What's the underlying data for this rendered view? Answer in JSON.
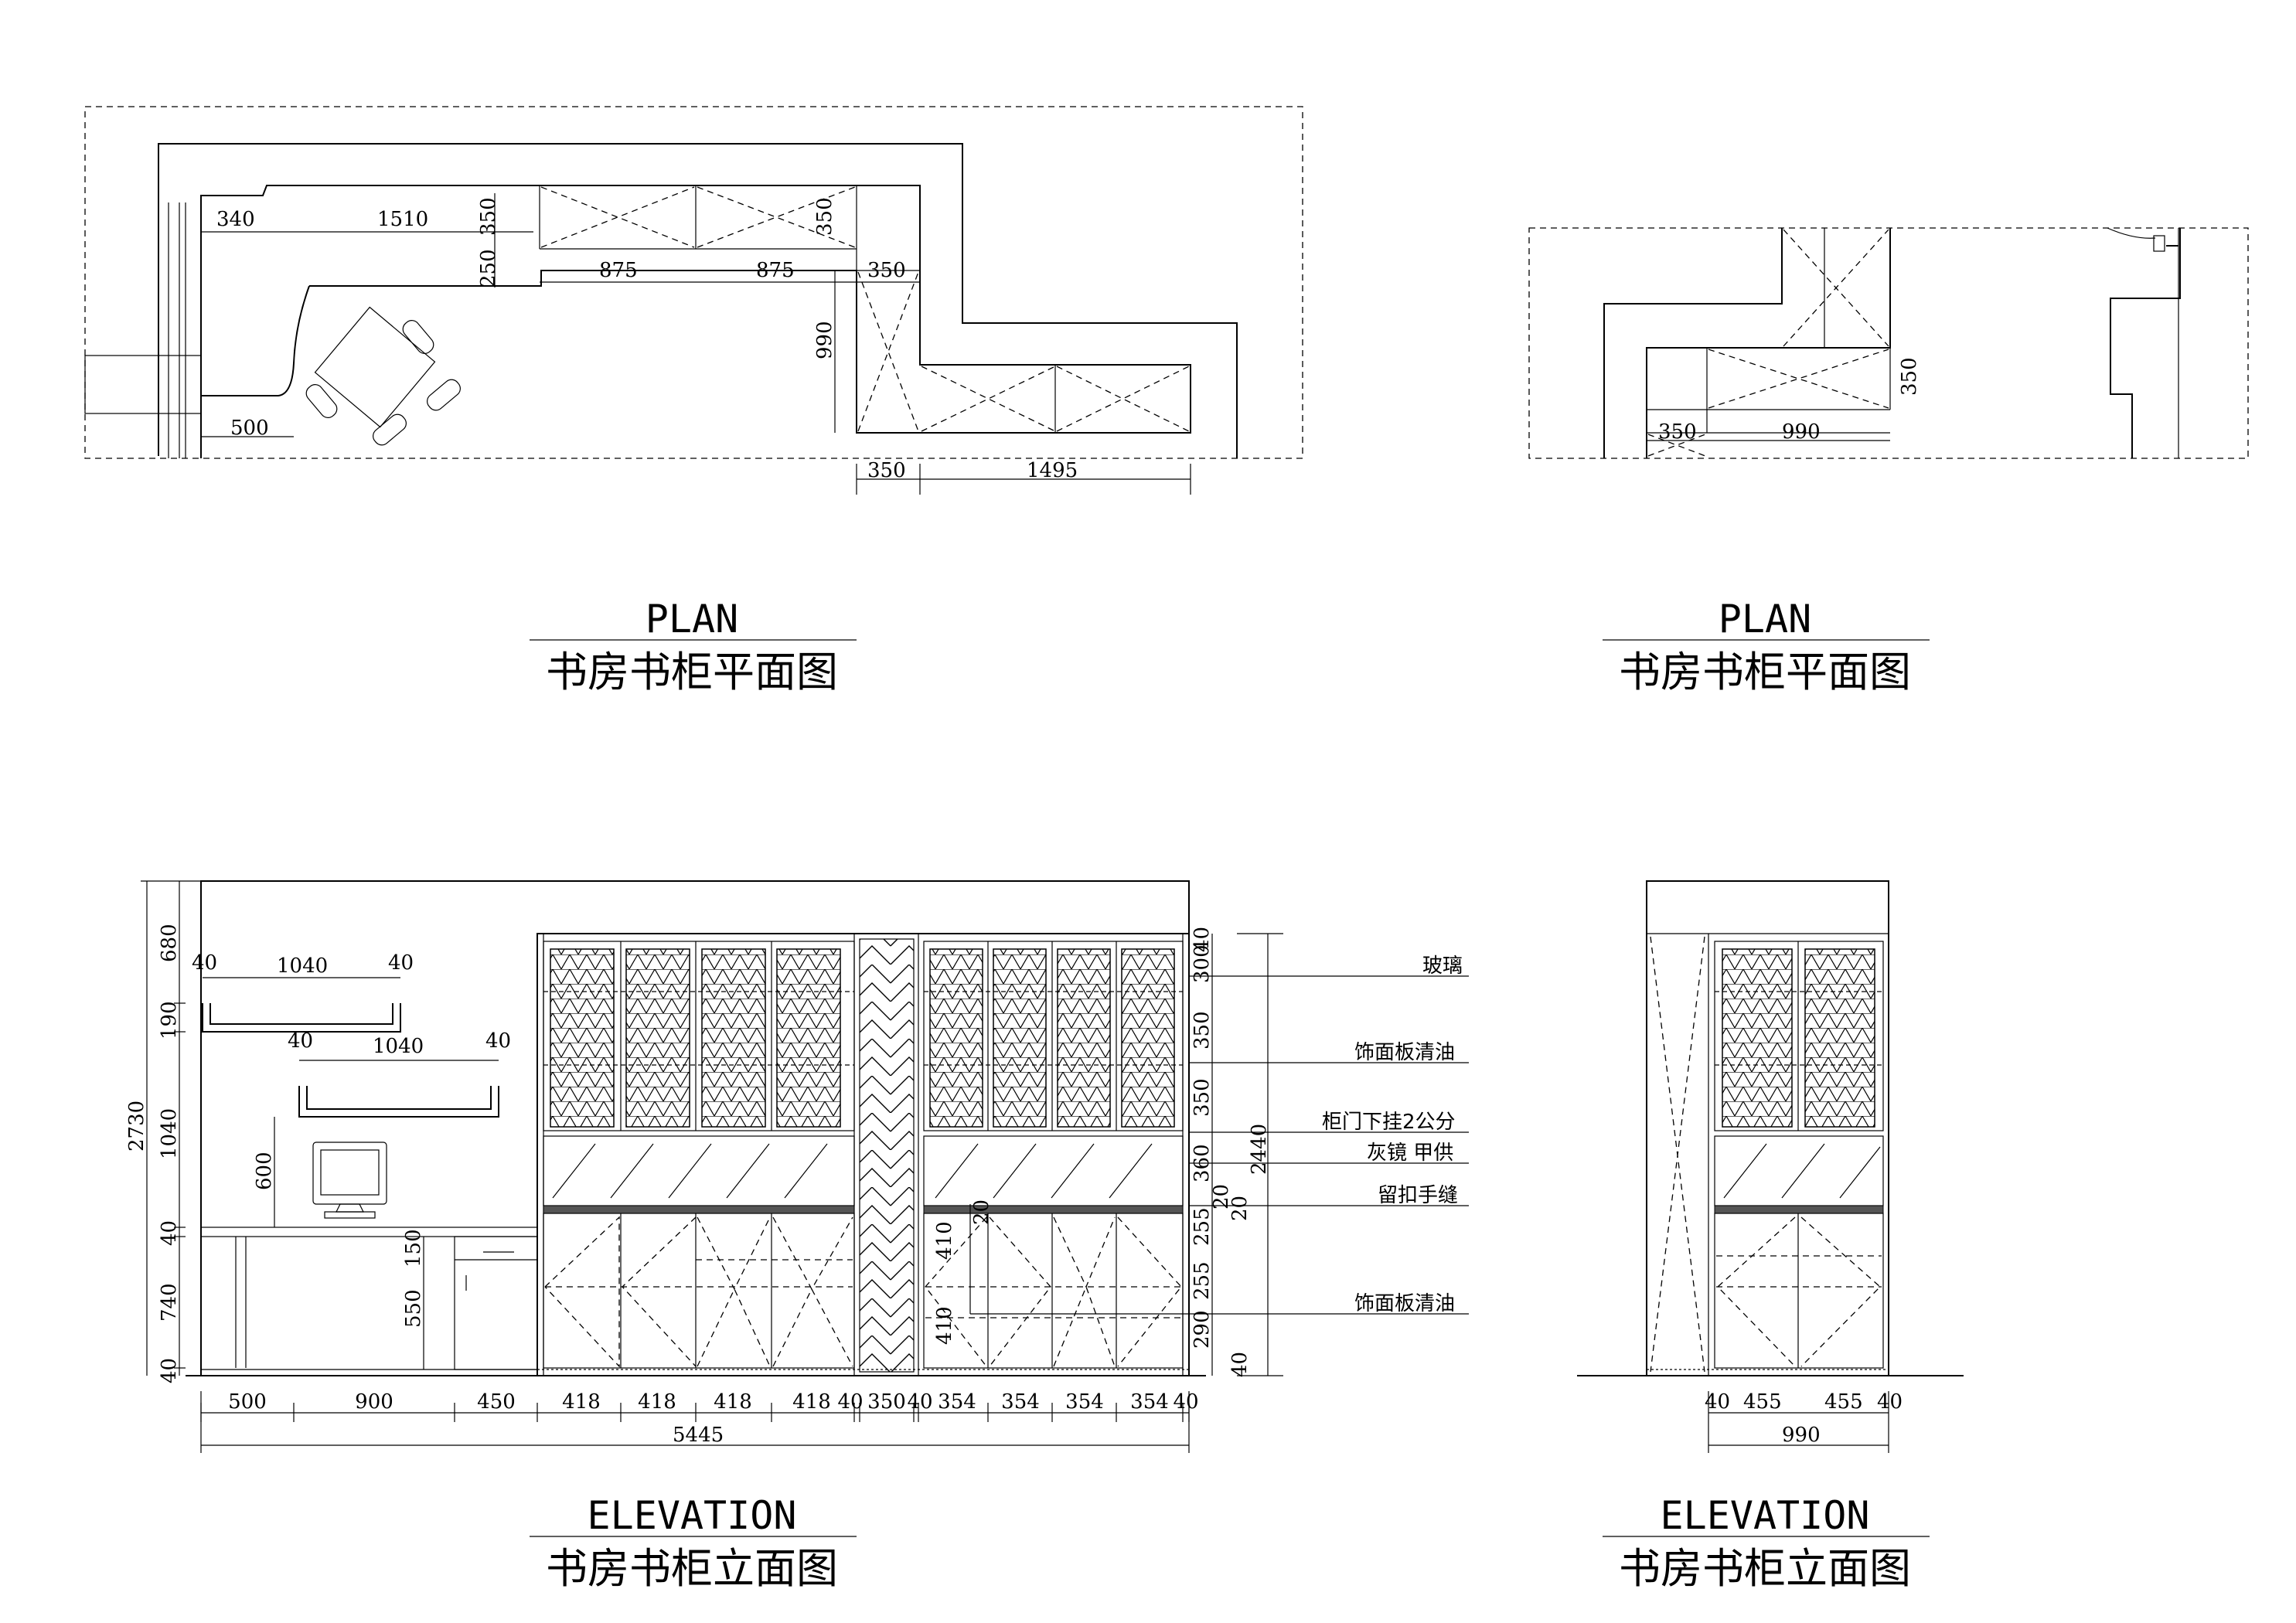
{
  "titles": {
    "plan_main": {
      "en": "PLAN",
      "cn": "书房书柜平面图"
    },
    "plan_side": {
      "en": "PLAN",
      "cn": "书房书柜平面图"
    },
    "elev_main": {
      "en": "ELEVATION",
      "cn": "书房书柜立面图"
    },
    "elev_side": {
      "en": "ELEVATION",
      "cn": "书房书柜立面图"
    }
  },
  "plan_main_dims": {
    "d340": "340",
    "d1510": "1510",
    "d350a": "350",
    "d250": "250",
    "d875a": "875",
    "d875b": "875",
    "d350b": "350",
    "d350c": "350",
    "d990": "990",
    "d500": "500",
    "d350d": "350",
    "d1495": "1495"
  },
  "plan_side_dims": {
    "d350v": "350",
    "d350h": "350",
    "d990": "990"
  },
  "elev_main_left_dims": {
    "total": "2730",
    "h680": "680",
    "h190": "190",
    "h1040": "1040",
    "h40a": "40",
    "h740": "740",
    "h40b": "40",
    "h600": "600",
    "h150": "150",
    "h550": "550"
  },
  "shelf_dims": {
    "s1_l": "40",
    "s1_m": "1040",
    "s1_r": "40",
    "s2_l": "40",
    "s2_m": "1040",
    "s2_r": "40"
  },
  "elev_main_right_dims": {
    "r40": "40",
    "r300": "300",
    "r350a": "350",
    "r350b": "350",
    "r360": "360",
    "r20a": "20",
    "r20b": "20",
    "r255a": "255",
    "r255b": "255",
    "r290": "290",
    "r40b": "40",
    "total": "2440",
    "i410a": "410",
    "i410b": "410",
    "i20": "20"
  },
  "elev_main_bottom_dims": [
    "500",
    "900",
    "450",
    "418",
    "418",
    "418",
    "418",
    "40",
    "350",
    "40",
    "354",
    "354",
    "354",
    "354",
    "40"
  ],
  "elev_main_total": "5445",
  "elev_side_dims": {
    "a": "40",
    "b": "455",
    "c": "455",
    "d": "40",
    "total": "990"
  },
  "notes": {
    "glass": "玻璃",
    "panel_oil_top": "饰面板清油",
    "door_hang": "柜门下挂2公分",
    "grey_mirror": "灰镜  甲供",
    "handle_gap": "留扣手缝",
    "panel_oil_bottom": "饰面板清油"
  }
}
